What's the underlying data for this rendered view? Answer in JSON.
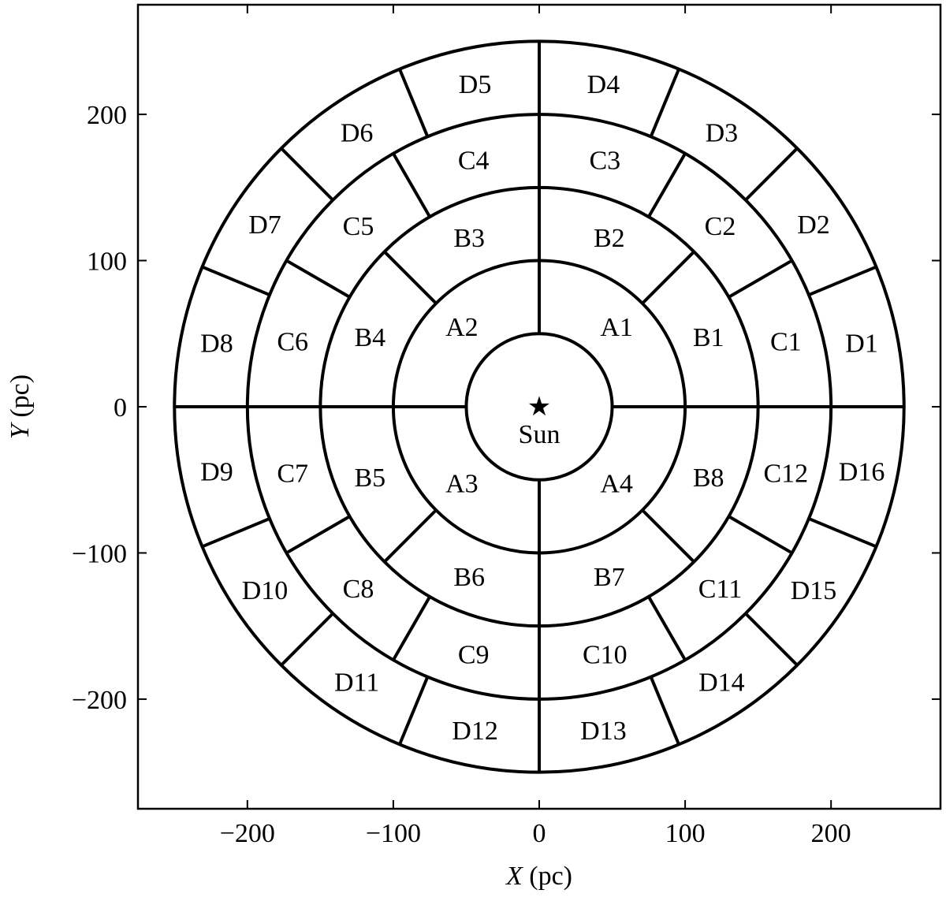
{
  "chart_data": {
    "type": "diagram",
    "xlabel_var": "X",
    "xlabel_unit": " (pc)",
    "ylabel_var": "Y",
    "ylabel_unit": " (pc)",
    "xlim": [
      -275,
      275
    ],
    "ylim": [
      -275,
      275
    ],
    "xticks": [
      -200,
      -100,
      0,
      100,
      200
    ],
    "yticks": [
      -200,
      -100,
      0,
      100,
      200
    ],
    "xtick_labels": [
      "−200",
      "−100",
      "0",
      "100",
      "200"
    ],
    "ytick_labels": [
      "−200",
      "−100",
      "0",
      "100",
      "200"
    ],
    "ring_radii": [
      50,
      100,
      150,
      200,
      250
    ],
    "rings": [
      {
        "name": "A",
        "inner": 50,
        "outer": 100,
        "boundaries_deg": [
          0,
          90,
          180,
          270
        ]
      },
      {
        "name": "B",
        "inner": 100,
        "outer": 150,
        "boundaries_deg": [
          0,
          45,
          90,
          135,
          180,
          225,
          270,
          315
        ]
      },
      {
        "name": "C",
        "inner": 150,
        "outer": 200,
        "boundaries_deg": [
          0,
          30,
          60,
          90,
          120,
          150,
          180,
          210,
          240,
          270,
          300,
          330
        ]
      },
      {
        "name": "D",
        "inner": 200,
        "outer": 250,
        "boundaries_deg": [
          0,
          22.5,
          45,
          67.5,
          90,
          112.5,
          135,
          157.5,
          180,
          202.5,
          225,
          247.5,
          270,
          292.5,
          315,
          337.5
        ]
      }
    ],
    "center_marker": {
      "x": 0,
      "y": 0,
      "symbol": "★",
      "label": "Sun"
    },
    "regions": [
      {
        "label": "A1",
        "x": 53,
        "y": 55
      },
      {
        "label": "A2",
        "x": -53,
        "y": 55
      },
      {
        "label": "A3",
        "x": -53,
        "y": -52
      },
      {
        "label": "A4",
        "x": 53,
        "y": -52
      },
      {
        "label": "B1",
        "x": 116,
        "y": 48
      },
      {
        "label": "B2",
        "x": 48,
        "y": 116
      },
      {
        "label": "B3",
        "x": -48,
        "y": 116
      },
      {
        "label": "B4",
        "x": -116,
        "y": 48
      },
      {
        "label": "B5",
        "x": -116,
        "y": -48
      },
      {
        "label": "B6",
        "x": -48,
        "y": -116
      },
      {
        "label": "B7",
        "x": 48,
        "y": -116
      },
      {
        "label": "B8",
        "x": 116,
        "y": -48
      },
      {
        "label": "C1",
        "x": 169,
        "y": 45
      },
      {
        "label": "C2",
        "x": 124,
        "y": 124
      },
      {
        "label": "C3",
        "x": 45,
        "y": 169
      },
      {
        "label": "C4",
        "x": -45,
        "y": 169
      },
      {
        "label": "C5",
        "x": -124,
        "y": 124
      },
      {
        "label": "C6",
        "x": -169,
        "y": 45
      },
      {
        "label": "C7",
        "x": -169,
        "y": -45
      },
      {
        "label": "C8",
        "x": -124,
        "y": -124
      },
      {
        "label": "C9",
        "x": -45,
        "y": -169
      },
      {
        "label": "C10",
        "x": 45,
        "y": -169
      },
      {
        "label": "C11",
        "x": 124,
        "y": -124
      },
      {
        "label": "C12",
        "x": 169,
        "y": -45
      },
      {
        "label": "D1",
        "x": 221,
        "y": 44
      },
      {
        "label": "D2",
        "x": 188,
        "y": 125
      },
      {
        "label": "D3",
        "x": 125,
        "y": 188
      },
      {
        "label": "D4",
        "x": 44,
        "y": 221
      },
      {
        "label": "D5",
        "x": -44,
        "y": 221
      },
      {
        "label": "D6",
        "x": -125,
        "y": 188
      },
      {
        "label": "D7",
        "x": -188,
        "y": 125
      },
      {
        "label": "D8",
        "x": -221,
        "y": 44
      },
      {
        "label": "D9",
        "x": -221,
        "y": -44
      },
      {
        "label": "D10",
        "x": -188,
        "y": -125
      },
      {
        "label": "D11",
        "x": -125,
        "y": -188
      },
      {
        "label": "D12",
        "x": -44,
        "y": -221
      },
      {
        "label": "D13",
        "x": 44,
        "y": -221
      },
      {
        "label": "D14",
        "x": 125,
        "y": -188
      },
      {
        "label": "D15",
        "x": 188,
        "y": -125
      },
      {
        "label": "D16",
        "x": 221,
        "y": -44
      }
    ]
  }
}
